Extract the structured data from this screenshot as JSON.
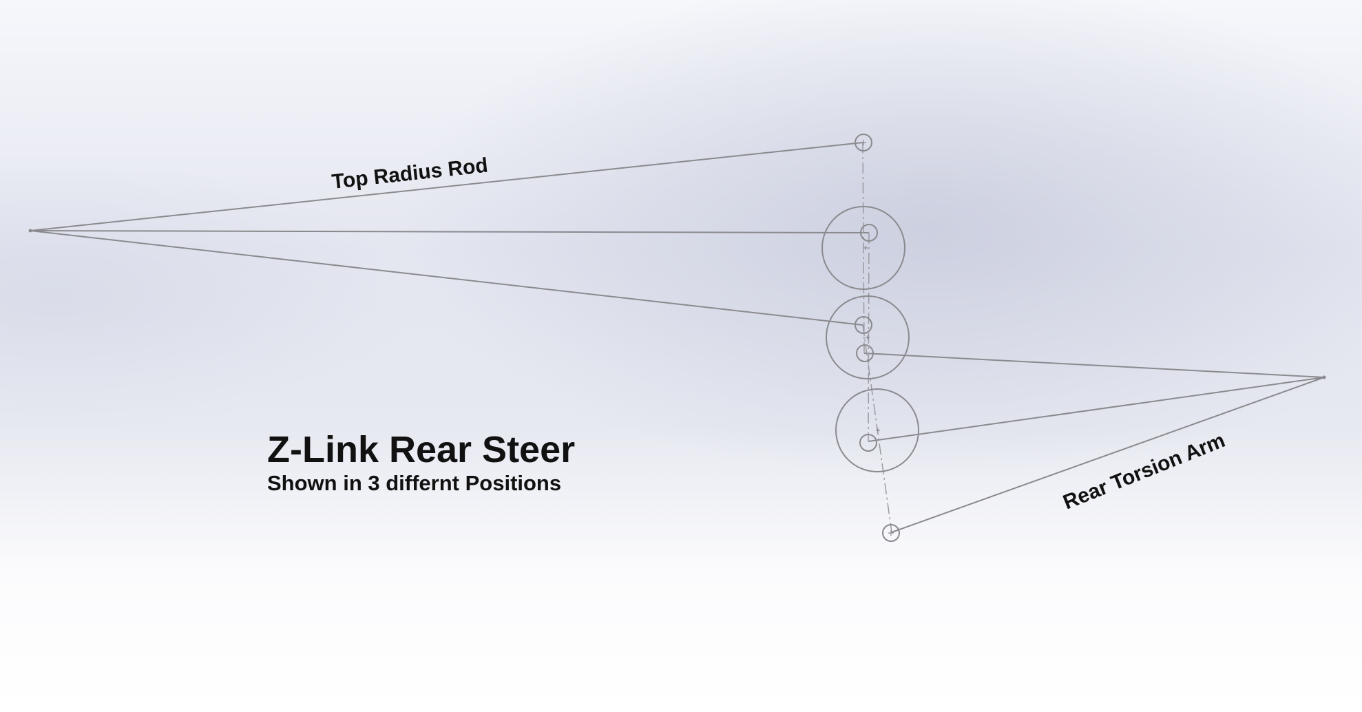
{
  "labels": {
    "top_rod": "Top Radius Rod",
    "torsion_arm": "Rear Torsion Arm"
  },
  "title": {
    "main": "Z-Link Rear Steer",
    "subtitle": "Shown in 3 differnt Positions"
  },
  "colors": {
    "line": "#8a8a8e",
    "text": "#111111"
  }
}
